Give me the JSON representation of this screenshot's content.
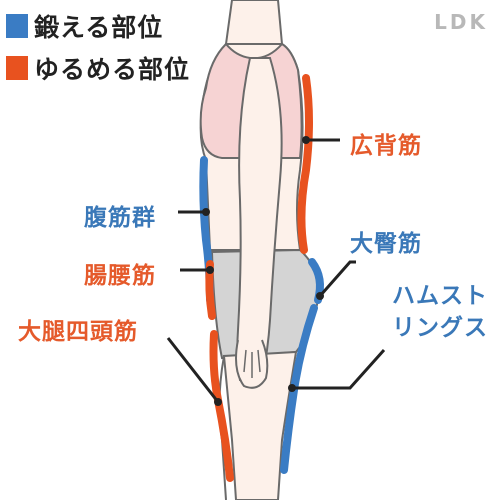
{
  "legend": [
    {
      "label": "鍛える部位",
      "color": "#3a7cc4"
    },
    {
      "label": "ゆるめる部位",
      "color": "#e8521f"
    }
  ],
  "watermark": "LDK",
  "colors": {
    "strengthen": "#3a7cc4",
    "loosen": "#e8521f",
    "skin": "#fdf1ea",
    "bra": "#f6d3d3",
    "shorts": "#d4d4d4",
    "outline": "#6a6a6a"
  },
  "labels": {
    "koubaikin": "広背筋",
    "fukkingun": "腹筋群",
    "daidenkin": "大臀筋",
    "chouyoukin": "腸腰筋",
    "hamstring_line1": "ハムスト",
    "hamstring_line2": "リングス",
    "daitaishitoukin": "大腿四頭筋"
  }
}
